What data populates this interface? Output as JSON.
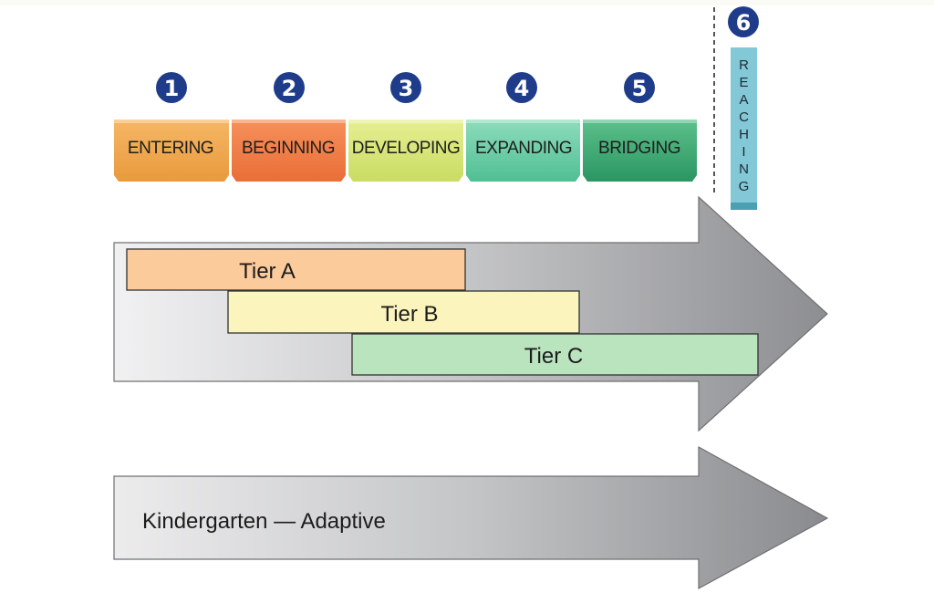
{
  "stages": [
    {
      "number": "1",
      "label": "ENTERING",
      "color_top": "#f6b765",
      "color_bottom": "#e99a3c",
      "edge": "#d07a22"
    },
    {
      "number": "2",
      "label": "BEGINNING",
      "color_top": "#f6905a",
      "color_bottom": "#ea6e38",
      "edge": "#cf5a25"
    },
    {
      "number": "3",
      "label": "DEVELOPING",
      "color_top": "#e6ef92",
      "color_bottom": "#c9dc62",
      "edge": "#a9bd3c"
    },
    {
      "number": "4",
      "label": "EXPANDING",
      "color_top": "#8edcbc",
      "color_bottom": "#4fbf93",
      "edge": "#2f9e74"
    },
    {
      "number": "5",
      "label": "BRIDGING",
      "color_top": "#5cc08b",
      "color_bottom": "#2b9662",
      "edge": "#1d7a4e"
    }
  ],
  "reaching": {
    "number": "6",
    "letters": [
      "R",
      "E",
      "A",
      "C",
      "H",
      "I",
      "N",
      "G"
    ],
    "color": "#82c8d7",
    "edge": "#4a9fb2"
  },
  "circle_color": "#1f3c8b",
  "tiers": [
    {
      "label": "Tier A",
      "color": "#fccb9c"
    },
    {
      "label": "Tier B",
      "color": "#fbf5bd"
    },
    {
      "label": "Tier C",
      "color": "#b9e4be"
    }
  ],
  "bottom_arrow": {
    "label": "Kindergarten — Adaptive"
  }
}
